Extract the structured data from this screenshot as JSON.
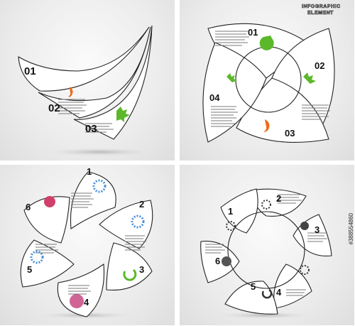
{
  "panel1": {
    "steps": [
      "01",
      "02",
      "03"
    ]
  },
  "panel2": {
    "title_line1": "INFOGRAPHIC",
    "title_line2": "ELEMENT",
    "steps": [
      "01",
      "02",
      "03",
      "04"
    ]
  },
  "panel3": {
    "steps": [
      "1",
      "2",
      "3",
      "4",
      "5",
      "6"
    ]
  },
  "panel4": {
    "steps": [
      "1",
      "2",
      "3",
      "4",
      "5",
      "6"
    ]
  },
  "stock_id": "#388554860",
  "colors": {
    "green": "#5bb82a",
    "orange": "#ef6a1c",
    "blue": "#4a90d9",
    "magenta": "#c03070",
    "outline": "#222222"
  }
}
